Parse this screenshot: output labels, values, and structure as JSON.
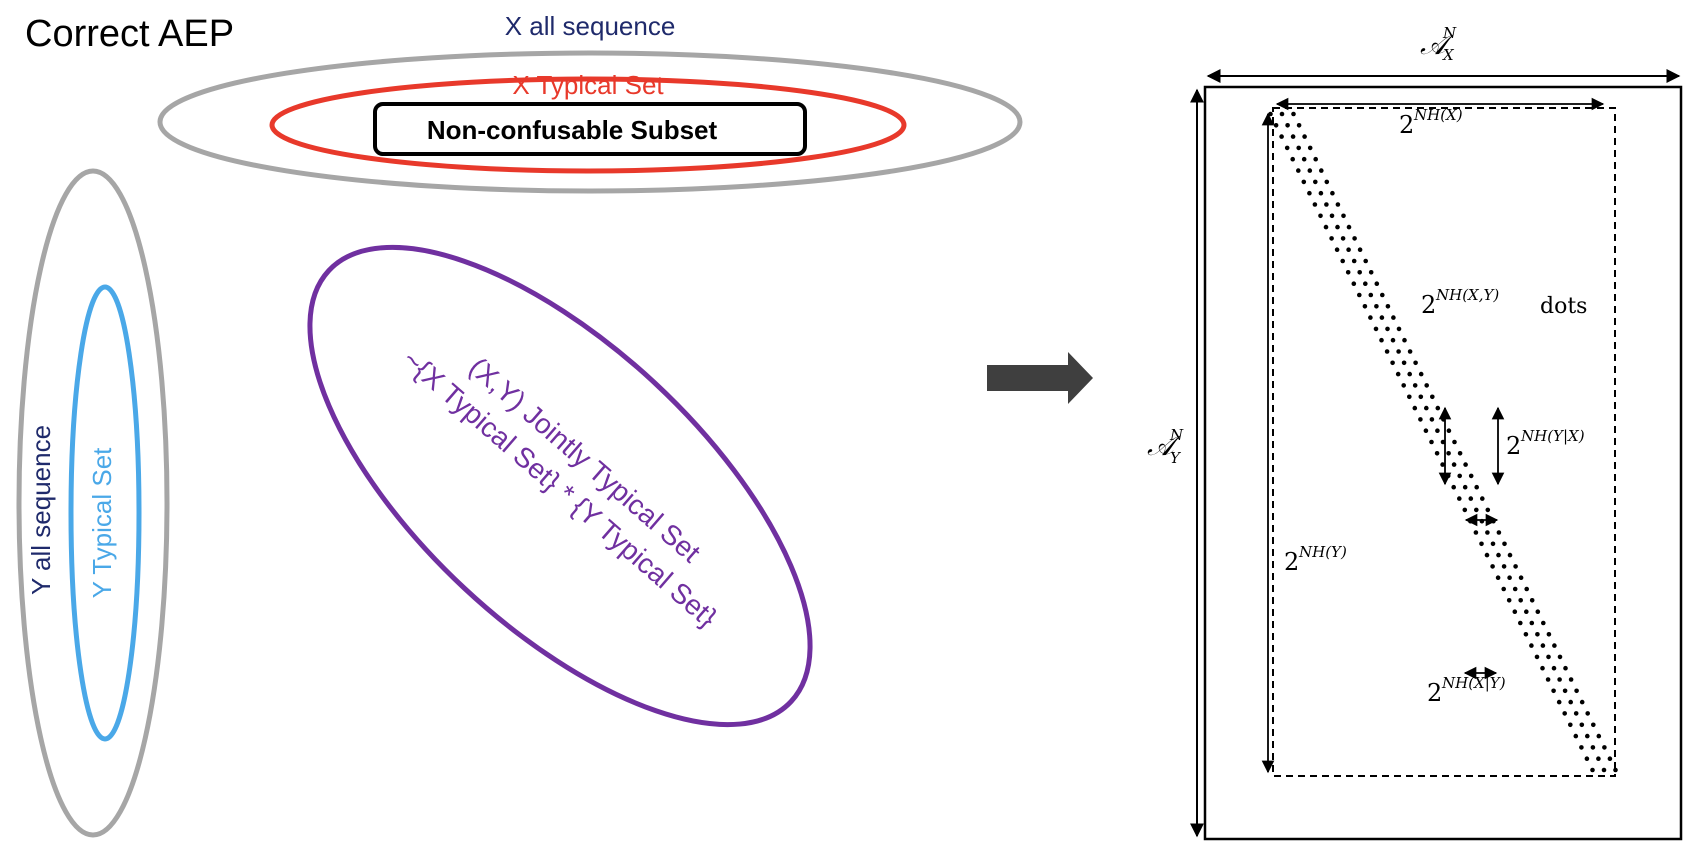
{
  "title": "Correct AEP",
  "colors": {
    "gray": "#a6a6a6",
    "red": "#e8392b",
    "black": "#000000",
    "blue": "#4aa8e8",
    "purple": "#7030a0",
    "navy": "#1f2a6b",
    "arrow": "#3f3f3f"
  },
  "left_diagram": {
    "x_all_sequence": "X all sequence",
    "x_typical_set": "X Typical Set",
    "non_confusable_subset": "Non-confusable Subset",
    "y_all_sequence": "Y all sequence",
    "y_typical_set": "Y Typical Set",
    "joint_line1": "(X,Y) Jointly Typical Set",
    "joint_line2": "~{X Typical Set} * {Y Typical Set}"
  },
  "arrow_icon": "right-arrow-icon",
  "right_diagram": {
    "ax_label": "𝒜",
    "ax_sup": "N",
    "ax_sub": "X",
    "ay_label": "𝒜",
    "ay_sup": "N",
    "ay_sub": "Y",
    "hx_base": "2",
    "hx_exp": "NH(X)",
    "hxy_base": "2",
    "hxy_exp": "NH(X,Y)",
    "hxy_suffix": "dots",
    "hy_given_x_base": "2",
    "hy_given_x_exp": "NH(Y|X)",
    "hy_base": "2",
    "hy_exp": "NH(Y)",
    "hx_given_y_base": "2",
    "hx_given_y_exp": "NH(X|Y)"
  }
}
